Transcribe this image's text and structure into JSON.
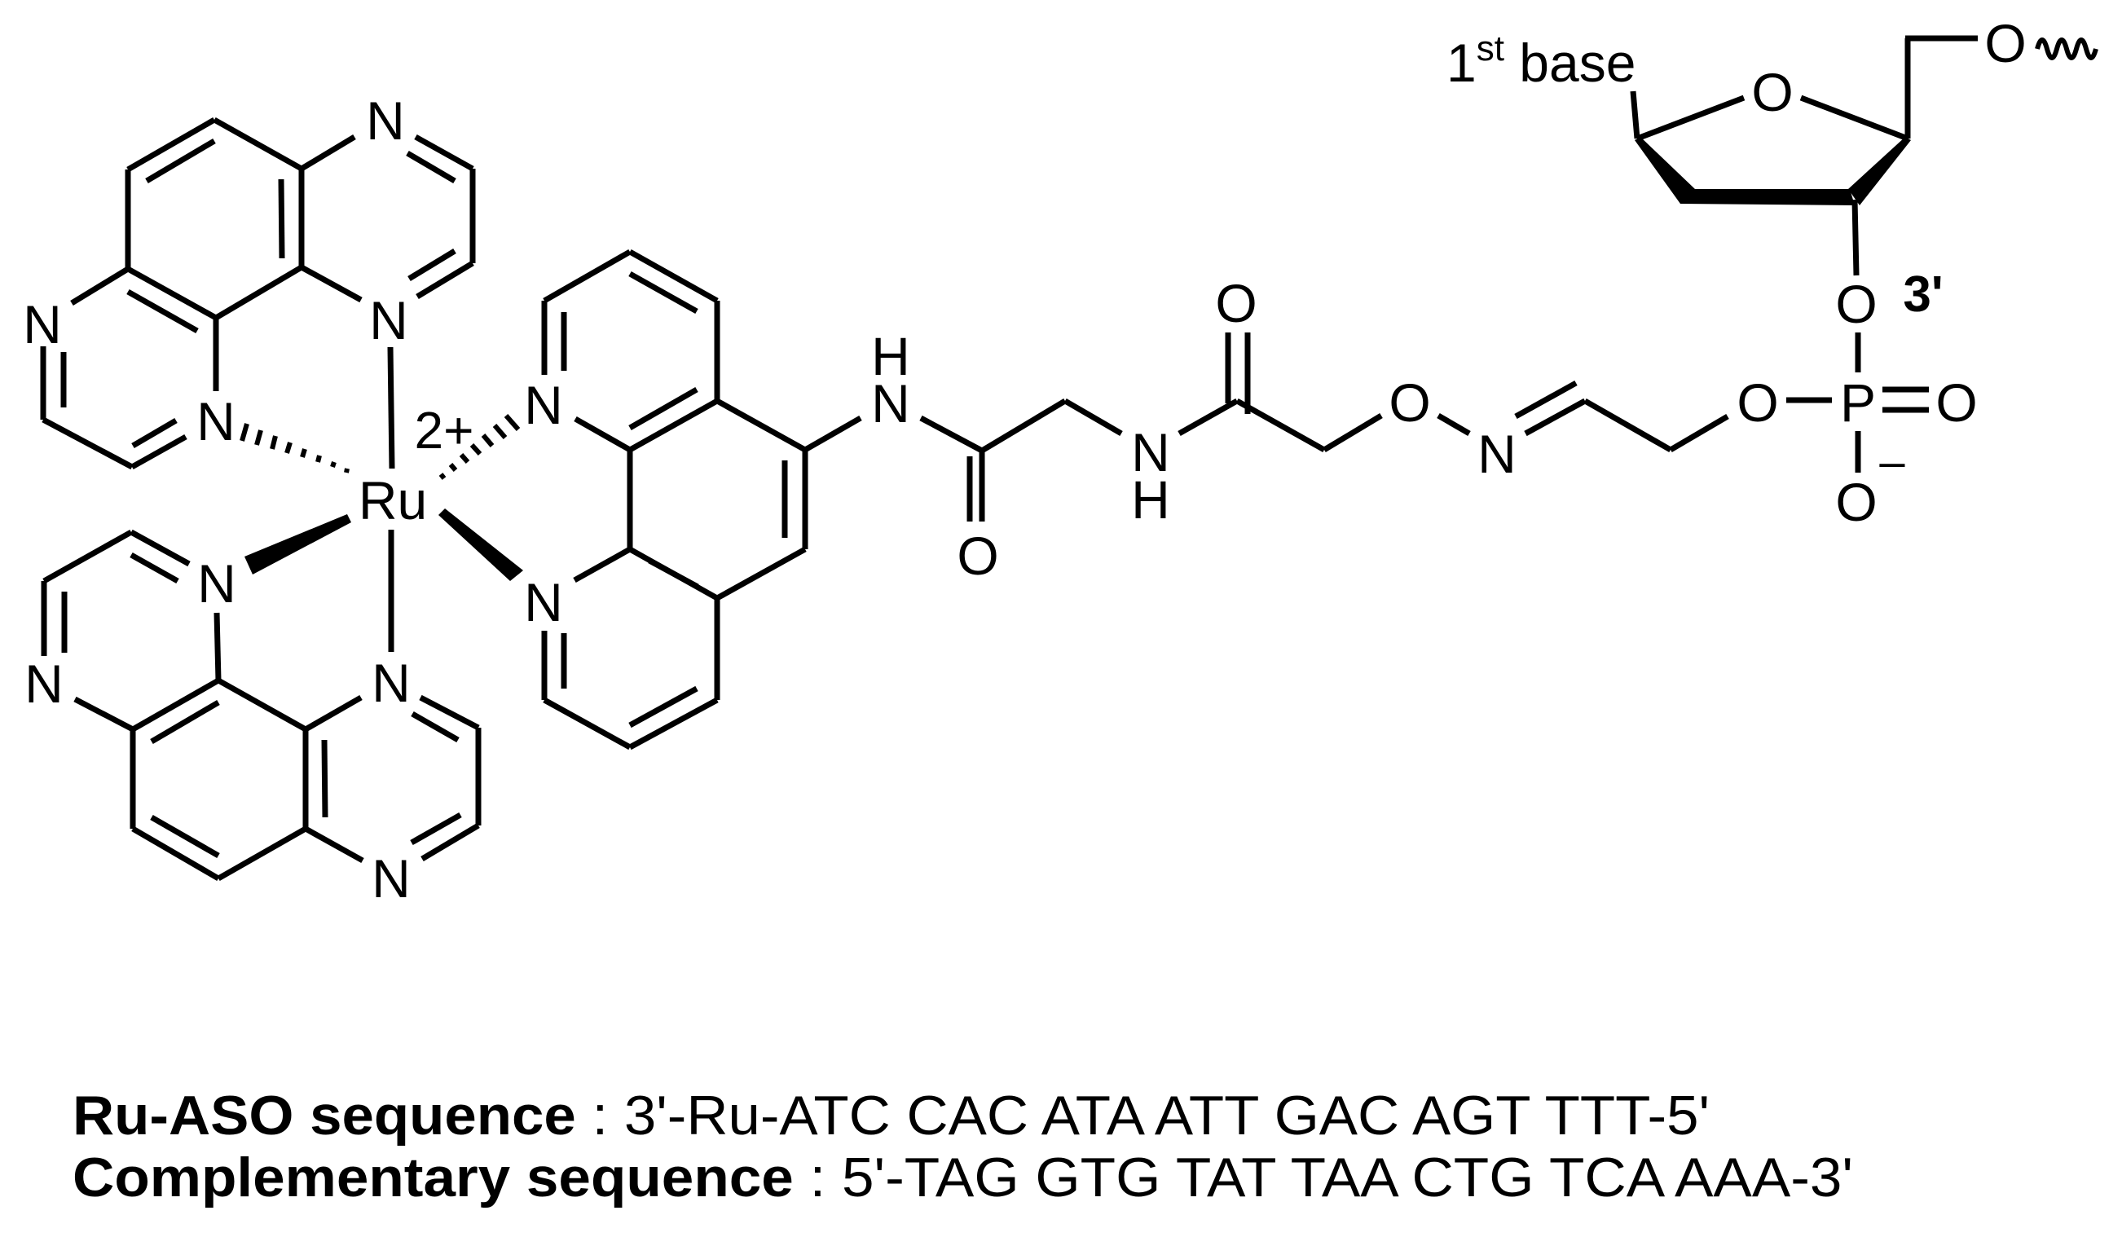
{
  "figure": {
    "type": "chemical-structure",
    "complex": {
      "metal": "Ru",
      "charge": "2+",
      "ligand_atom_label": "N",
      "hydrogen_label": "H",
      "oxygen_label": "O",
      "phosphorus_label": "P",
      "phosphate_charge": "–"
    },
    "sugar": {
      "base_label_prefix": "1",
      "base_label_sup": "st",
      "base_label_suffix": " base",
      "prime_label": "3'"
    },
    "sequences": [
      {
        "name": "Ru-ASO sequence",
        "separator": " : ",
        "value": "3'-Ru-ATC CAC ATA  ATT GAC AGT TTT-5'"
      },
      {
        "name": "Complementary sequence",
        "separator": " : ",
        "value": "5'-TAG GTG TAT  TAA CTG TCA AAA-3'"
      }
    ]
  }
}
